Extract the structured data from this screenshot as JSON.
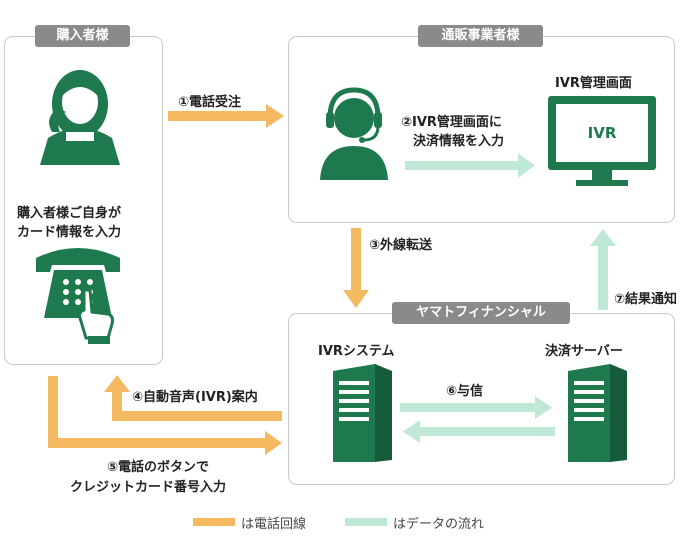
{
  "sections": {
    "buyer": "購入者様",
    "merchant": "通販事業者様",
    "yamato": "ヤマトフィナンシャル"
  },
  "labels": {
    "buyer_input_line1": "購入者様ご自身が",
    "buyer_input_line2": "カード情報を入力",
    "ivr_screen_title": "IVR管理画面",
    "ivr_screen_text": "IVR",
    "ivr_system": "IVRシステム",
    "payment_server": "決済サーバー"
  },
  "steps": {
    "s1": "①電話受注",
    "s2_line1": "②IVR管理画面に",
    "s2_line2": "決済情報を入力",
    "s3": "③外線転送",
    "s4": "④自動音声(IVR)案内",
    "s5_line1": "⑤電話のボタンで",
    "s5_line2": "クレジットカード番号入力",
    "s6": "⑥与信",
    "s7": "⑦結果通知"
  },
  "legend": {
    "phone": "は電話回線",
    "data": "はデータの流れ"
  },
  "colors": {
    "green": "#1e7a4e",
    "orange": "#f5b961",
    "mint": "#bfe8d6",
    "tab_gray": "#8a8a8a",
    "border": "#c9c9c9"
  }
}
